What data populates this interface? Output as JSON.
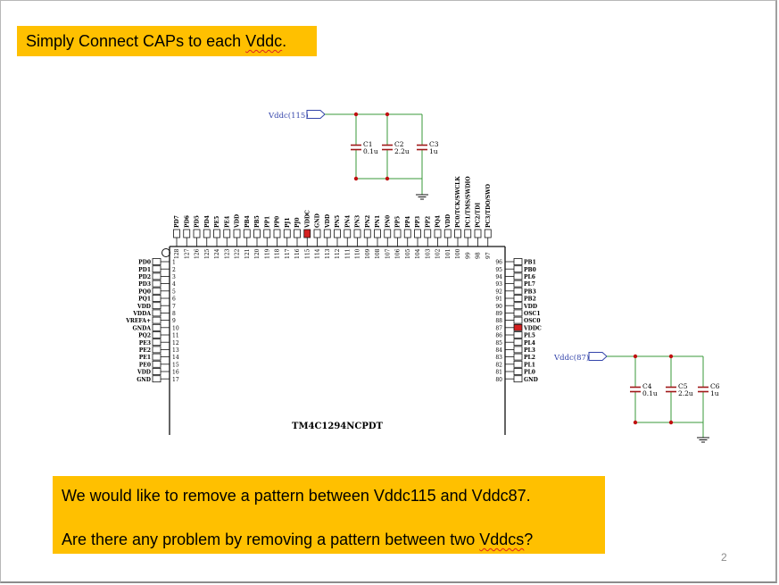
{
  "slide": {
    "title_prefix": "Simply Connect CAPs to each ",
    "title_word": "Vddc",
    "title_suffix": ".",
    "question1": "We would like to remove a pattern between Vddc115 and Vddc87.",
    "question2_prefix": "Are there any problem by removing a pattern between two ",
    "question2_word": "Vddcs",
    "question2_suffix": "?",
    "page_number": "2"
  },
  "chip": {
    "name": "TM4C1294NCPDT",
    "left_pins": [
      {
        "n": "1",
        "label": "PD0"
      },
      {
        "n": "2",
        "label": "PD1"
      },
      {
        "n": "3",
        "label": "PD2"
      },
      {
        "n": "4",
        "label": "PD3"
      },
      {
        "n": "5",
        "label": "PQ0"
      },
      {
        "n": "6",
        "label": "PQ1"
      },
      {
        "n": "7",
        "label": "VDD"
      },
      {
        "n": "8",
        "label": "VDDA"
      },
      {
        "n": "9",
        "label": "VREFA+"
      },
      {
        "n": "10",
        "label": "GNDA"
      },
      {
        "n": "11",
        "label": "PQ2"
      },
      {
        "n": "12",
        "label": "PE3"
      },
      {
        "n": "13",
        "label": "PE2"
      },
      {
        "n": "14",
        "label": "PE1"
      },
      {
        "n": "15",
        "label": "PE0"
      },
      {
        "n": "16",
        "label": "VDD"
      },
      {
        "n": "17",
        "label": "GND"
      }
    ],
    "right_pins": [
      {
        "n": "96",
        "label": "PB1"
      },
      {
        "n": "95",
        "label": "PB0"
      },
      {
        "n": "94",
        "label": "PL6"
      },
      {
        "n": "93",
        "label": "PL7"
      },
      {
        "n": "92",
        "label": "PB3"
      },
      {
        "n": "91",
        "label": "PB2"
      },
      {
        "n": "90",
        "label": "VDD"
      },
      {
        "n": "89",
        "label": "OSC1"
      },
      {
        "n": "88",
        "label": "OSC0"
      },
      {
        "n": "87",
        "label": "VDDC",
        "highlight": true
      },
      {
        "n": "86",
        "label": "PL5"
      },
      {
        "n": "85",
        "label": "PL4"
      },
      {
        "n": "84",
        "label": "PL3"
      },
      {
        "n": "83",
        "label": "PL2"
      },
      {
        "n": "82",
        "label": "PL1"
      },
      {
        "n": "81",
        "label": "PL0"
      },
      {
        "n": "80",
        "label": "GND"
      }
    ],
    "top_pins": [
      {
        "n": "128",
        "label": "PD7"
      },
      {
        "n": "127",
        "label": "PD6"
      },
      {
        "n": "126",
        "label": "PD5"
      },
      {
        "n": "125",
        "label": "PD4"
      },
      {
        "n": "124",
        "label": "PE5"
      },
      {
        "n": "123",
        "label": "PE4"
      },
      {
        "n": "122",
        "label": "VDD"
      },
      {
        "n": "121",
        "label": "PB4"
      },
      {
        "n": "120",
        "label": "PB5"
      },
      {
        "n": "119",
        "label": "PP1"
      },
      {
        "n": "118",
        "label": "PP0"
      },
      {
        "n": "117",
        "label": "PJ1"
      },
      {
        "n": "116",
        "label": "PJ0"
      },
      {
        "n": "115",
        "label": "VDDC",
        "highlight": true
      },
      {
        "n": "114",
        "label": "GND"
      },
      {
        "n": "113",
        "label": "VDD"
      },
      {
        "n": "112",
        "label": "PN5"
      },
      {
        "n": "111",
        "label": "PN4"
      },
      {
        "n": "110",
        "label": "PN3"
      },
      {
        "n": "109",
        "label": "PN2"
      },
      {
        "n": "108",
        "label": "PN1"
      },
      {
        "n": "107",
        "label": "PN0"
      },
      {
        "n": "106",
        "label": "PP5"
      },
      {
        "n": "105",
        "label": "PP4"
      },
      {
        "n": "104",
        "label": "PP3"
      },
      {
        "n": "103",
        "label": "PP2"
      },
      {
        "n": "102",
        "label": "PQ4"
      },
      {
        "n": "101",
        "label": "VDD"
      },
      {
        "n": "100",
        "label": "PC0/TCK/SWCLK"
      },
      {
        "n": "99",
        "label": "PC1/TMS/SWDIO"
      },
      {
        "n": "98",
        "label": "PC2/TDI"
      },
      {
        "n": "97",
        "label": "PC3/TDO/SWO"
      }
    ]
  },
  "net_top": {
    "label": "Vddc(115)",
    "caps": [
      {
        "ref": "C1",
        "value": "0.1u"
      },
      {
        "ref": "C2",
        "value": "2.2u"
      },
      {
        "ref": "C3",
        "value": "1u"
      }
    ]
  },
  "net_right": {
    "label": "Vddc(87)",
    "caps": [
      {
        "ref": "C4",
        "value": "0.1u"
      },
      {
        "ref": "C5",
        "value": "2.2u"
      },
      {
        "ref": "C6",
        "value": "1u"
      }
    ]
  },
  "colors": {
    "callout": "#ffc000",
    "wire": "#3a9a3a",
    "net_label": "#3344aa",
    "capacitor": "#a01818",
    "junction": "#c01010",
    "highlight_pin": "#d42020"
  }
}
